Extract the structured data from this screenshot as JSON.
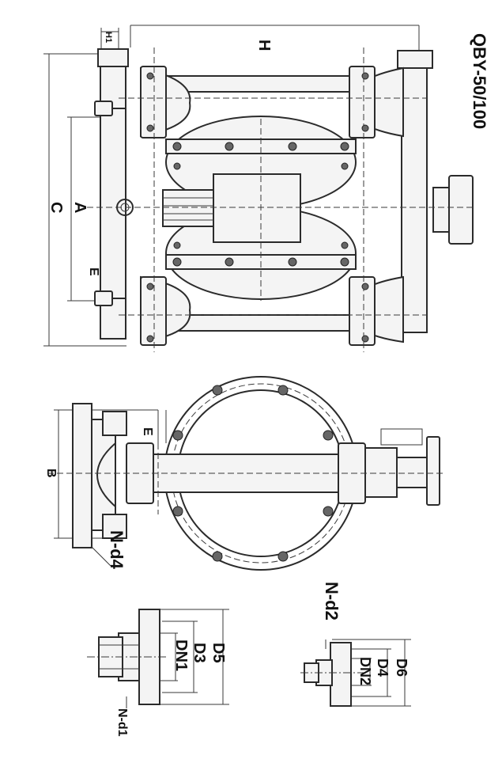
{
  "model": "QBY-50/100",
  "dimensions": {
    "H": "H",
    "H1": "H1",
    "A": "A",
    "C": "C",
    "E_front": "E",
    "E_side": "E",
    "B": "B"
  },
  "flange_labels": {
    "N_d4": "N-d4",
    "N_d1": "N-d1",
    "N_d2": "N-d2",
    "D5": "D5",
    "D3": "D3",
    "DN1": "DN1",
    "D6": "D6",
    "D4": "D4",
    "DN2": "DN2"
  }
}
